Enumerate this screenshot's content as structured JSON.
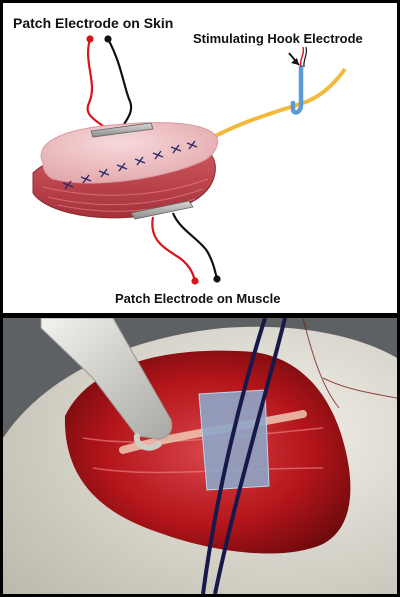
{
  "labels": {
    "skin_electrode": "Patch Electrode on Skin",
    "hook_electrode": "Stimulating Hook Electrode",
    "muscle_electrode": "Patch Electrode on Muscle"
  },
  "colors": {
    "red_lead": "#d8141b",
    "black_lead": "#111111",
    "skin": "#f1c6c8",
    "muscle": "#c4454d",
    "nerve": "#f4b93a",
    "hook": "#5a9bd6",
    "surgical_tissue": "#b3151a",
    "fur": "#e8e6df"
  }
}
